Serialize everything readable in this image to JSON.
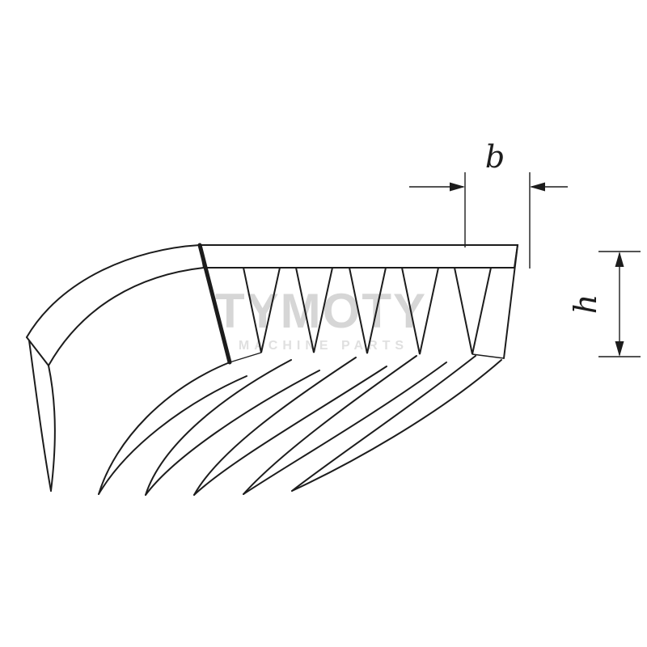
{
  "dimensions": {
    "width_label": "b",
    "height_label": "h"
  },
  "watermark": {
    "line1": "TYMOTY",
    "line2": "MACHINE PARTS"
  },
  "colors": {
    "background": "#ffffff",
    "line": "#1c1c1c",
    "watermark_primary": "#d6d6d6",
    "watermark_secondary": "#e0e0e0"
  }
}
